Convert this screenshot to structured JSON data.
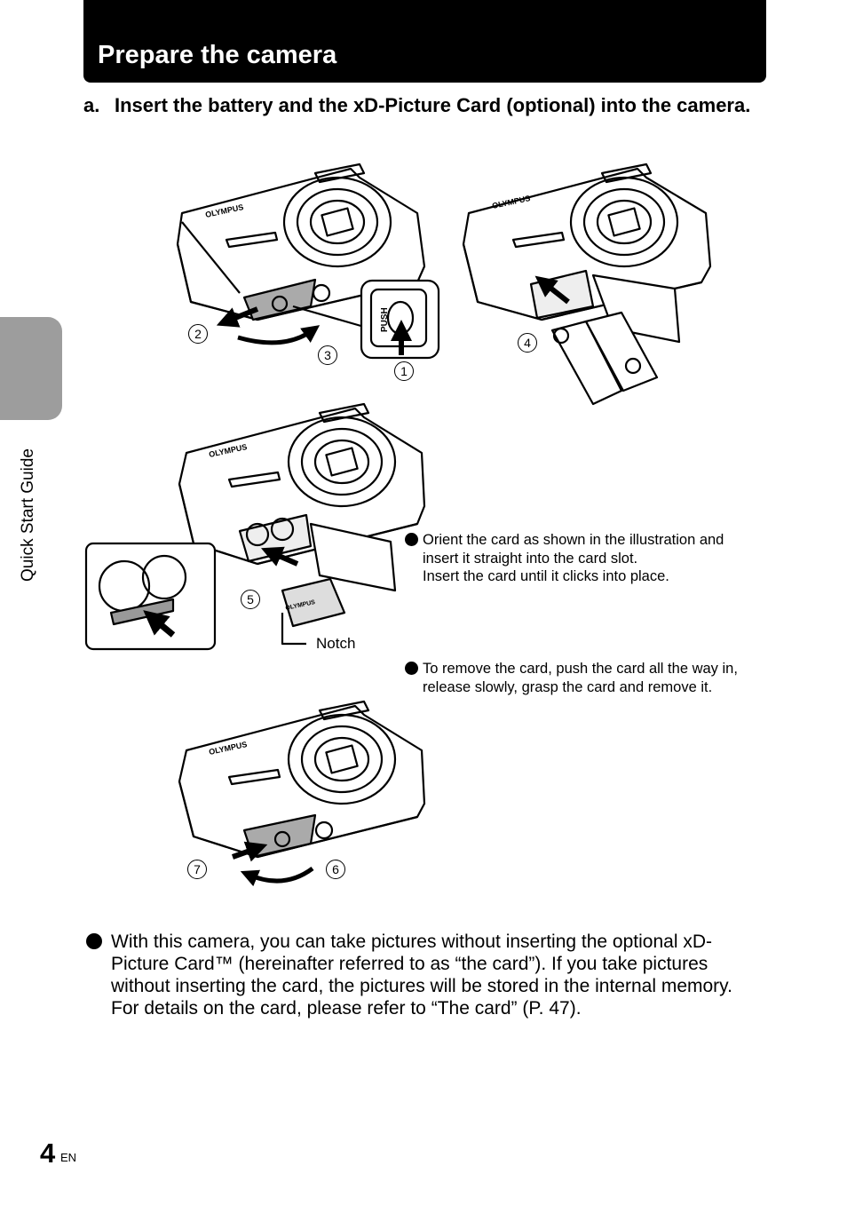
{
  "header": {
    "title": "Prepare the camera"
  },
  "side_tab": {
    "label": "Quick Start Guide"
  },
  "step": {
    "marker": "a.",
    "text": "Insert the battery and the xD-Picture Card (optional) into the camera."
  },
  "figure": {
    "brand": "OLYMPUS",
    "push_label": "PUSH",
    "notch_label": "Notch",
    "callouts": [
      "1",
      "2",
      "3",
      "4",
      "5",
      "6",
      "7"
    ]
  },
  "notes": {
    "insert_card": [
      "Orient the card as shown in the illustration and",
      "insert it straight into the card slot.",
      "Insert the card until it clicks into place."
    ],
    "remove_card": [
      "To remove the card, push the card all the way in,",
      "release slowly, grasp the card and remove it."
    ]
  },
  "main_note": [
    "With this camera, you can take pictures without inserting the optional xD-",
    "Picture Card™ (hereinafter referred to as “the card”). If you take pictures",
    "without inserting the card, the pictures will be stored in the internal memory.",
    "For details on the card, please refer to “The card” (P. 47)."
  ],
  "footer": {
    "page_number": "4",
    "language": "EN"
  },
  "colors": {
    "header_bg": "#000000",
    "tab_bg": "#9d9d9d"
  }
}
